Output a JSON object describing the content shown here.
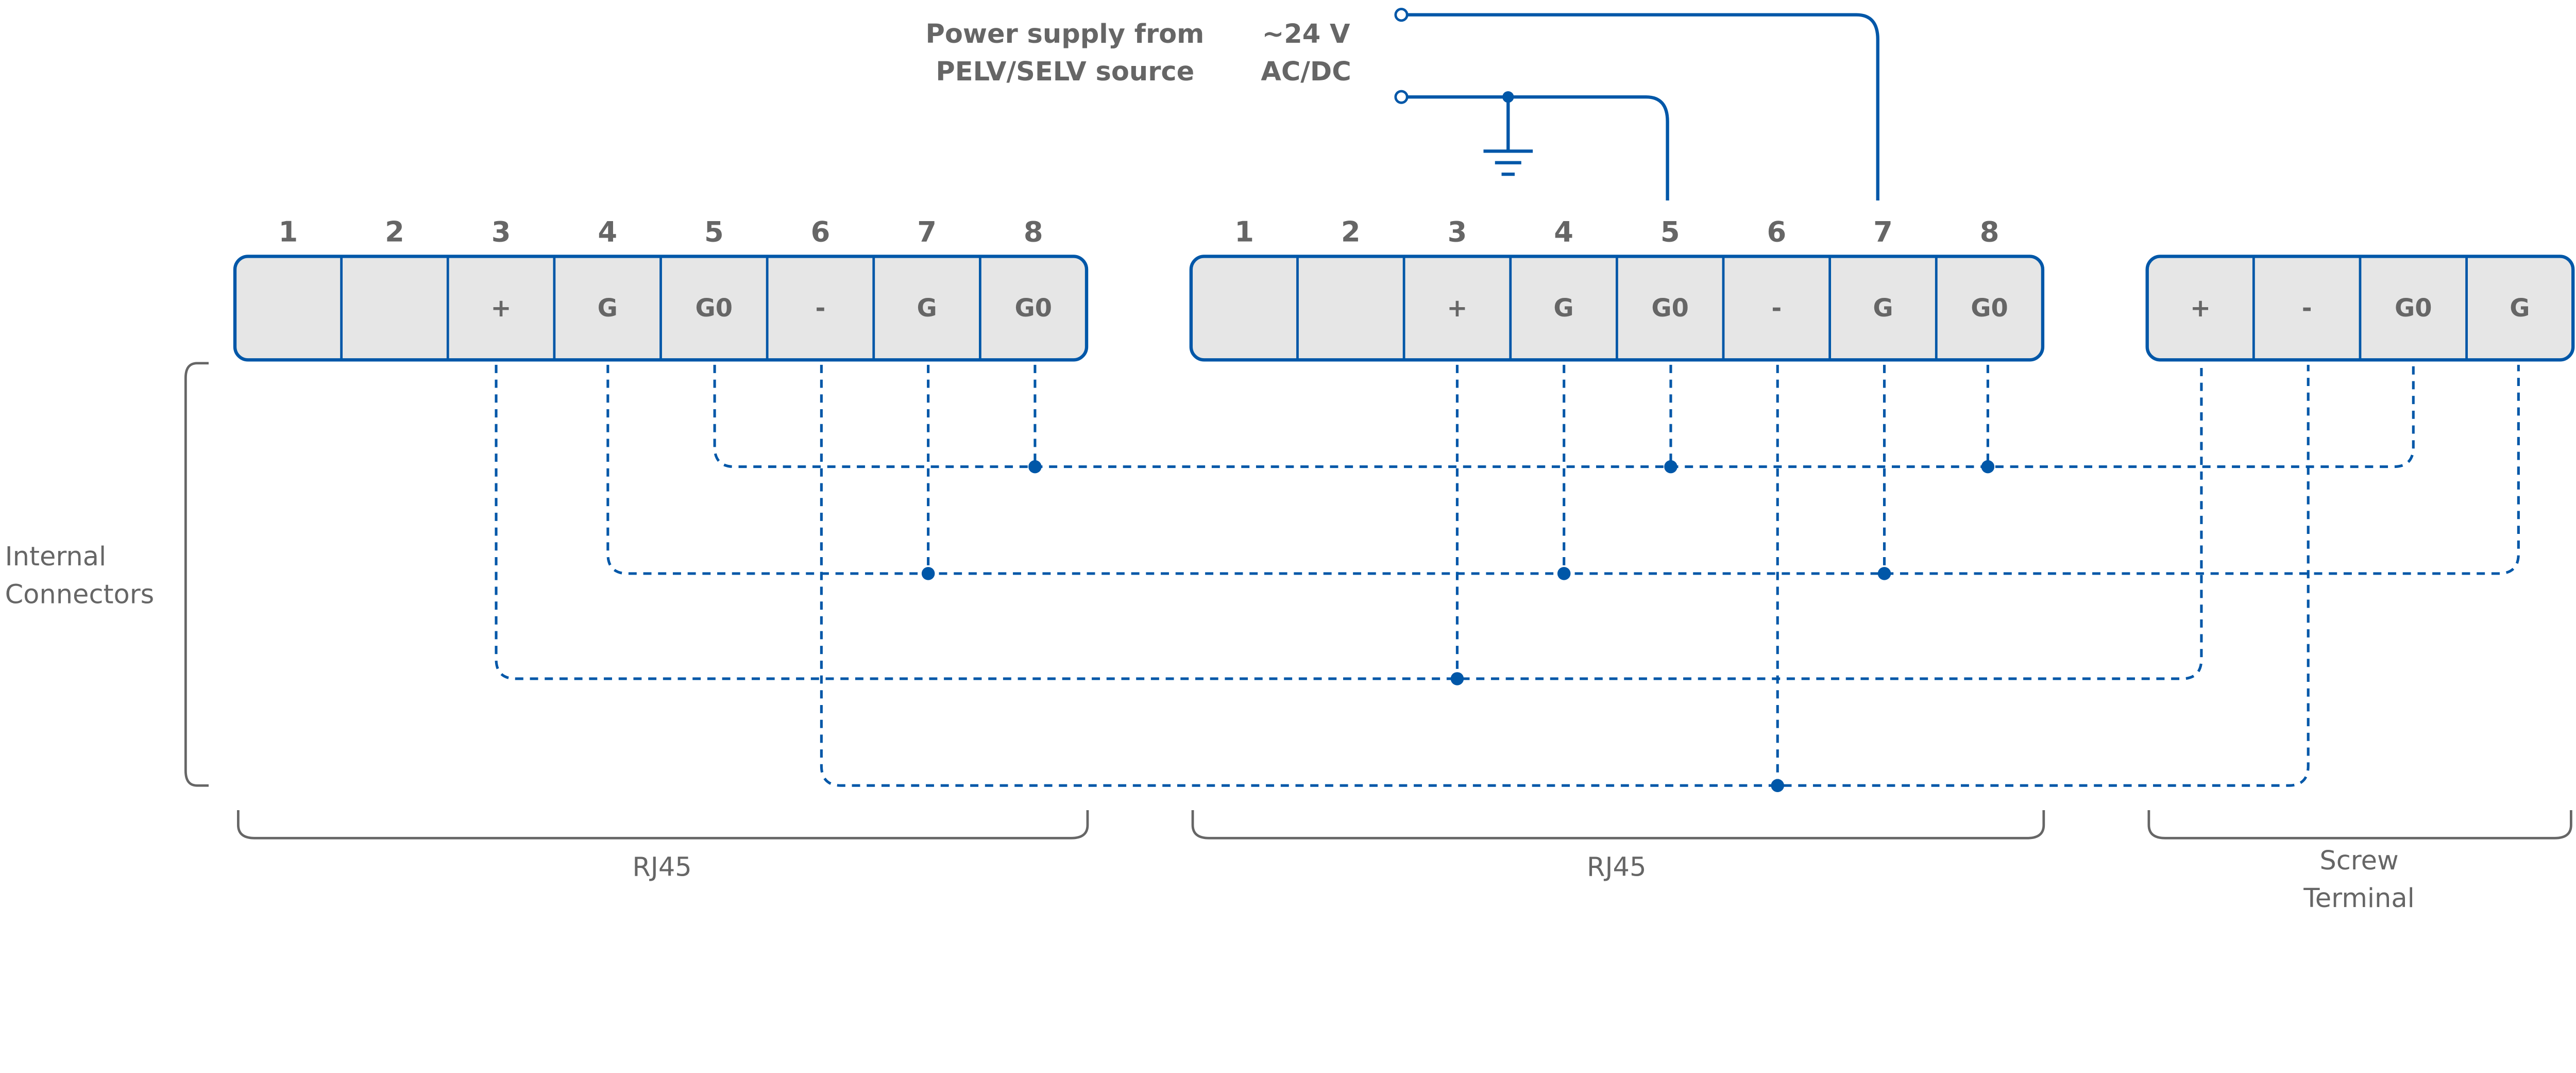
{
  "power": {
    "title_line1": "Power supply from",
    "title_line2": "PELV/SELV source",
    "voltage_line1": "~24 V",
    "voltage_line2": "AC/DC"
  },
  "connectors": [
    {
      "pins": [
        "1",
        "2",
        "3",
        "4",
        "5",
        "6",
        "7",
        "8"
      ],
      "labels": [
        "",
        "",
        "+",
        "G",
        "G0",
        "-",
        "G",
        "G0"
      ],
      "group_label": "RJ45"
    },
    {
      "pins": [
        "1",
        "2",
        "3",
        "4",
        "5",
        "6",
        "7",
        "8"
      ],
      "labels": [
        "",
        "",
        "+",
        "G",
        "G0",
        "-",
        "G",
        "G0"
      ],
      "group_label": "RJ45"
    },
    {
      "labels": [
        "+",
        "-",
        "G0",
        "G"
      ],
      "group_label_line1": "Screw",
      "group_label_line2": "Terminal"
    }
  ],
  "internal_label_line1": "Internal",
  "internal_label_line2": "Connectors",
  "colors": {
    "wire": "#0057a8",
    "text": "#666666",
    "cell_fill": "#e6e6e6"
  }
}
